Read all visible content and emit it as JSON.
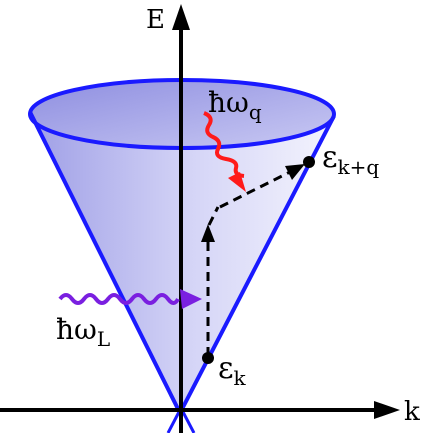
{
  "diagram": {
    "axes": {
      "vertical_label": "E",
      "horizontal_label": "k"
    },
    "labels": {
      "phonon": {
        "main": "ħω",
        "sub": "q"
      },
      "laser": {
        "main": "ħω",
        "sub": "L"
      },
      "final_state": {
        "main": "ε",
        "sub": "k+q"
      },
      "initial_state": {
        "main": "ε",
        "sub": "k"
      }
    },
    "colors": {
      "cone_edge": "#1a1aff",
      "cone_fill": "#b8b8f0",
      "laser_wave": "#7a1fe0",
      "phonon_wave": "#ff1a1a",
      "axes": "#000000",
      "transition_path": "#000000"
    }
  }
}
